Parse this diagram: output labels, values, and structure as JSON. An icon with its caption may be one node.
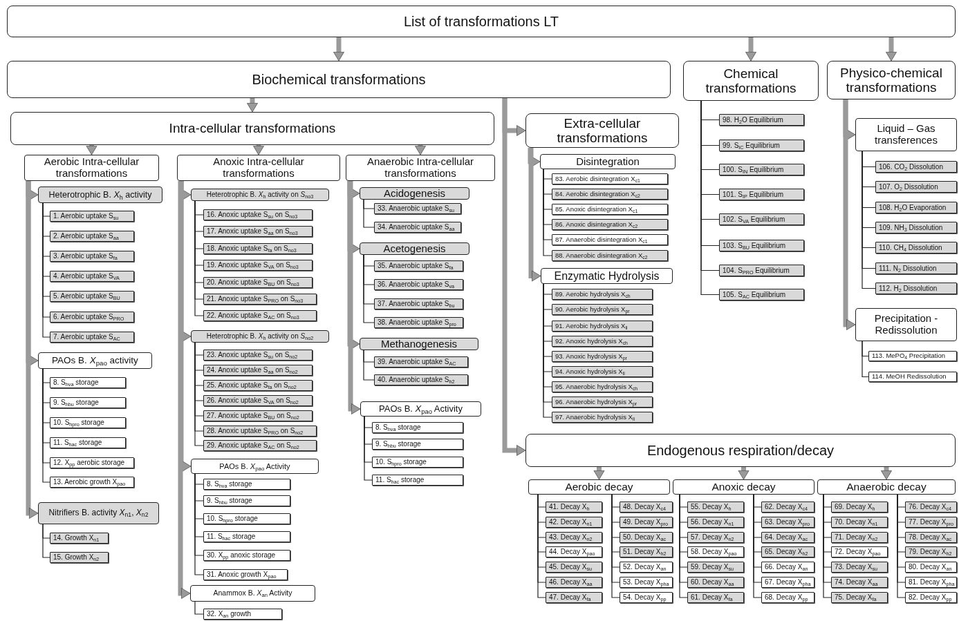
{
  "diagram": {
    "nodes": [
      {
        "text": [
          "List of transformations LT"
        ]
      },
      {
        "text": [
          "Biochemical transformations"
        ]
      },
      {
        "text": [
          "Chemical transformations"
        ]
      },
      {
        "text": [
          "Physico-chemical transformations"
        ]
      },
      {
        "text": [
          "Intra-cellular transformations"
        ]
      },
      {
        "text": [
          "Extra-cellular transformations"
        ]
      },
      {
        "text": [
          "Aerobic Intra-cellular transformations"
        ]
      },
      {
        "text": [
          "Anoxic Intra-cellular transformations"
        ]
      },
      {
        "text": [
          "Anaerobic Intra-cellular transformations"
        ]
      },
      {
        "text": [
          "Heterotrophic B. *X*$_{h}$ activity"
        ]
      },
      {
        "text": [
          "1. Aerobic uptake S$_{su}$"
        ]
      },
      {
        "text": [
          "2. Aerobic uptake S$_{aa}$"
        ]
      },
      {
        "text": [
          "3. Aerobic uptake S$_{fa}$"
        ]
      },
      {
        "text": [
          "4. Aerobic uptake S$_{VA}$"
        ]
      },
      {
        "text": [
          "5. Aerobic uptake S$_{BU}$"
        ]
      },
      {
        "text": [
          "6. Aerobic uptake S$_{PRO}$"
        ]
      },
      {
        "text": [
          "7. Aerobic uptake S$_{AC}$"
        ]
      },
      {
        "text": [
          "PAOs B. *X*$_{pao}$ activity"
        ]
      },
      {
        "text": [
          "8. S$_{hva}$ storage"
        ]
      },
      {
        "text": [
          "9. S$_{hbu}$ storage"
        ]
      },
      {
        "text": [
          "10. S$_{hpro}$ storage"
        ]
      },
      {
        "text": [
          "11. S$_{hac}$ storage"
        ]
      },
      {
        "text": [
          "12. X$_{pp}$ aerobic storage"
        ]
      },
      {
        "text": [
          "13. Aerobic growth X$_{pao}$"
        ]
      },
      {
        "text": [
          "Nitrifiers B. activity *X*$_{n1}$, *X*$_{n2}$"
        ]
      },
      {
        "text": [
          "14. Growth X$_{n1}$"
        ]
      },
      {
        "text": [
          "15. Growth X$_{n2}$"
        ]
      },
      {
        "text": [
          "Heterotrophic B. *X*$_{h}$ activity on *S*$_{no3}$"
        ]
      },
      {
        "text": [
          "16. Anoxic uptake S$_{su}$ on S$_{no3}$"
        ]
      },
      {
        "text": [
          "17. Anoxic uptake S$_{aa}$ on S$_{no3}$"
        ]
      },
      {
        "text": [
          "18. Anoxic uptake S$_{fa}$ on S$_{no3}$"
        ]
      },
      {
        "text": [
          "19. Anoxic uptake S$_{VA}$ on S$_{no3}$"
        ]
      },
      {
        "text": [
          "20. Anoxic uptake S$_{BU}$ on S$_{no3}$"
        ]
      },
      {
        "text": [
          "21. Anoxic uptake S$_{PRO}$ on S$_{no3}$"
        ]
      },
      {
        "text": [
          "22. Anoxic uptake S$_{AC}$ on S$_{no3}$"
        ]
      },
      {
        "text": [
          "Heterotrophic B. *X*$_{h}$ activity on *S*$_{no2}$"
        ]
      },
      {
        "text": [
          "23. Anoxic uptake S$_{su}$ on S$_{no2}$"
        ]
      },
      {
        "text": [
          "24. Anoxic uptake S$_{aa}$ on S$_{no2}$"
        ]
      },
      {
        "text": [
          "25. Anoxic uptake S$_{fa}$ on S$_{no2}$"
        ]
      },
      {
        "text": [
          "26. Anoxic uptake S$_{VA}$ on S$_{no2}$"
        ]
      },
      {
        "text": [
          "27. Anoxic uptake S$_{BU}$ on S$_{no2}$"
        ]
      },
      {
        "text": [
          "28. Anoxic uptake S$_{PRO}$ on S$_{no2}$"
        ]
      },
      {
        "text": [
          "29. Anoxic uptake S$_{AC}$ on S$_{no2}$"
        ]
      },
      {
        "text": [
          "PAOs B. *X*$_{pao}$ Activity"
        ]
      },
      {
        "text": [
          "8. S$_{hva}$ storage"
        ]
      },
      {
        "text": [
          "9. S$_{hbu}$ storage"
        ]
      },
      {
        "text": [
          "10. S$_{hpro}$ storage"
        ]
      },
      {
        "text": [
          "11. S$_{hac}$ storage"
        ]
      },
      {
        "text": [
          "30. X$_{pp}$ anoxic storage"
        ]
      },
      {
        "text": [
          "31. Anoxic growth X$_{pao}$"
        ]
      },
      {
        "text": [
          "Anammox B. *X*$_{an}$ Activity"
        ]
      },
      {
        "text": [
          "32. X$_{an}$ growth"
        ]
      },
      {
        "text": [
          "Acidogenesis"
        ]
      },
      {
        "text": [
          "33. Anaerobic uptake S$_{su}$"
        ]
      },
      {
        "text": [
          "34. Anaerobic uptake S$_{aa}$"
        ]
      },
      {
        "text": [
          "Acetogenesis"
        ]
      },
      {
        "text": [
          "35. Anaerobic uptake S$_{fa}$"
        ]
      },
      {
        "text": [
          "36. Anaerobic uptake S$_{va}$"
        ]
      },
      {
        "text": [
          "37. Anaerobic uptake S$_{bu}$"
        ]
      },
      {
        "text": [
          "38. Anaerobic uptake S$_{pro}$"
        ]
      },
      {
        "text": [
          "Methanogenesis"
        ]
      },
      {
        "text": [
          "39. Anaerobic uptake S$_{AC}$"
        ]
      },
      {
        "text": [
          "40. Anaerobic uptake S$_{h2}$"
        ]
      },
      {
        "text": [
          "PAOs B. *X*$_{pao}$ Activity"
        ]
      },
      {
        "text": [
          "8. S$_{hva}$ storage"
        ]
      },
      {
        "text": [
          "9. S$_{hbu}$ storage"
        ]
      },
      {
        "text": [
          "10. S$_{hpro}$ storage"
        ]
      },
      {
        "text": [
          "11. S$_{hac}$ storage"
        ]
      },
      {
        "text": [
          "Disintegration"
        ]
      },
      {
        "text": [
          "83. Aerobic disintegration X$_{c1}$"
        ]
      },
      {
        "text": [
          "84. Aerobic disintegration X$_{c2}$"
        ]
      },
      {
        "text": [
          "85. Anoxic disintegration X$_{c1}$"
        ]
      },
      {
        "text": [
          "86. Anoxic disintegration X$_{c2}$"
        ]
      },
      {
        "text": [
          "87. Anaerobic disintegration X$_{c1}$"
        ]
      },
      {
        "text": [
          "88. Anaerobic disintegration X$_{c2}$"
        ]
      },
      {
        "text": [
          "Enzymatic Hydrolysis"
        ]
      },
      {
        "text": [
          "89. Aerobic hydrolysis X$_{ch}$"
        ]
      },
      {
        "text": [
          "90. Aerobic hydrolysis X$_{pr}$"
        ]
      },
      {
        "text": [
          "91. Aerobic hydrolysis X$_{li}$"
        ]
      },
      {
        "text": [
          "92. Anoxic hydrolysis X$_{ch}$"
        ]
      },
      {
        "text": [
          "93. Anoxic hydrolysis X$_{pr}$"
        ]
      },
      {
        "text": [
          "94. Anoxic hydrolysis X$_{li}$"
        ]
      },
      {
        "text": [
          "95. Anaerobic hydrolysis X$_{ch}$"
        ]
      },
      {
        "text": [
          "96. Anaerobic hydrolysis X$_{pr}$"
        ]
      },
      {
        "text": [
          "97. Anaerobic hydrolysis X$_{li}$"
        ]
      },
      {
        "text": [
          "Endogenous respiration/decay"
        ]
      },
      {
        "text": [
          "Aerobic decay"
        ]
      },
      {
        "text": [
          "41. Decay X$_{h}$"
        ]
      },
      {
        "text": [
          "42. Decay X$_{n1}$"
        ]
      },
      {
        "text": [
          "43. Decay X$_{n2}$"
        ]
      },
      {
        "text": [
          "44. Decay X$_{pao}$"
        ]
      },
      {
        "text": [
          "45. Decay X$_{su}$"
        ]
      },
      {
        "text": [
          "46. Decay X$_{aa}$"
        ]
      },
      {
        "text": [
          "47. Decay X$_{fa}$"
        ]
      },
      {
        "text": [
          "48. Decay X$_{c4}$"
        ]
      },
      {
        "text": [
          "49. Decay X$_{pro}$"
        ]
      },
      {
        "text": [
          "50. Decay X$_{ac}$"
        ]
      },
      {
        "text": [
          "51. Decay X$_{h2}$"
        ]
      },
      {
        "text": [
          "52. Decay X$_{an}$"
        ]
      },
      {
        "text": [
          "53. Decay X$_{pha}$"
        ]
      },
      {
        "text": [
          "54. Decay X$_{pp}$"
        ]
      },
      {
        "text": [
          "Anoxic decay"
        ]
      },
      {
        "text": [
          "55. Decay X$_{h}$"
        ]
      },
      {
        "text": [
          "56. Decay X$_{n1}$"
        ]
      },
      {
        "text": [
          "57. Decay X$_{n2}$"
        ]
      },
      {
        "text": [
          "58. Decay X$_{pao}$"
        ]
      },
      {
        "text": [
          "59. Decay X$_{su}$"
        ]
      },
      {
        "text": [
          "60. Decay X$_{aa}$"
        ]
      },
      {
        "text": [
          "61. Decay X$_{fa}$"
        ]
      },
      {
        "text": [
          "62. Decay X$_{c4}$"
        ]
      },
      {
        "text": [
          "63. Decay X$_{pro}$"
        ]
      },
      {
        "text": [
          "64. Decay X$_{ac}$"
        ]
      },
      {
        "text": [
          "65. Decay X$_{h2}$"
        ]
      },
      {
        "text": [
          "66. Decay X$_{an}$"
        ]
      },
      {
        "text": [
          "67. Decay X$_{pha}$"
        ]
      },
      {
        "text": [
          "68. Decay X$_{pp}$"
        ]
      },
      {
        "text": [
          "Anaerobic decay"
        ]
      },
      {
        "text": [
          "69. Decay X$_{h}$"
        ]
      },
      {
        "text": [
          "70. Decay X$_{n1}$"
        ]
      },
      {
        "text": [
          "71. Decay X$_{n2}$"
        ]
      },
      {
        "text": [
          "72. Decay X$_{pao}$"
        ]
      },
      {
        "text": [
          "73. Decay X$_{su}$"
        ]
      },
      {
        "text": [
          "74. Decay X$_{aa}$"
        ]
      },
      {
        "text": [
          "75. Decay X$_{fa}$"
        ]
      },
      {
        "text": [
          "76. Decay X$_{c4}$"
        ]
      },
      {
        "text": [
          "77. Decay X$_{pro}$"
        ]
      },
      {
        "text": [
          "78. Decay X$_{ac}$"
        ]
      },
      {
        "text": [
          "79. Decay X$_{h2}$"
        ]
      },
      {
        "text": [
          "80. Decay X$_{an}$"
        ]
      },
      {
        "text": [
          "81. Decay X$_{pha}$"
        ]
      },
      {
        "text": [
          "82. Decay X$_{pp}$"
        ]
      },
      {
        "text": [
          "98. H$_{2}$O Equilibrium"
        ]
      },
      {
        "text": [
          "99. S$_{IC}$ Equilibrium"
        ]
      },
      {
        "text": [
          "100. S$_{IN}$ Equilibrium"
        ]
      },
      {
        "text": [
          "101. S$_{IP}$ Equilibrium"
        ]
      },
      {
        "text": [
          "102. S$_{VA}$ Equilibrium"
        ]
      },
      {
        "text": [
          "103. S$_{BU}$ Equilibrium"
        ]
      },
      {
        "text": [
          "104. S$_{PRO}$ Equilibrium"
        ]
      },
      {
        "text": [
          "105. S$_{AC}$ Equilibrium"
        ]
      },
      {
        "text": [
          "Liquid – Gas transferences"
        ]
      },
      {
        "text": [
          "106. CO$_{2}$ Dissolution"
        ]
      },
      {
        "text": [
          "107. O$_{2}$ Dissolution"
        ]
      },
      {
        "text": [
          "108. H$_{2}$O Evaporation"
        ]
      },
      {
        "text": [
          "109. NH$_{3}$ Dissolution"
        ]
      },
      {
        "text": [
          "110. CH$_{4}$ Dissolution"
        ]
      },
      {
        "text": [
          "111. N$_{2}$ Dissolution"
        ]
      },
      {
        "text": [
          "112. H$_{2}$ Dissolution"
        ]
      },
      {
        "text": [
          "Precipitation - Redissolution"
        ]
      },
      {
        "text": [
          "113. MePO$_{4}$ Precipitation"
        ]
      },
      {
        "text": [
          "114. MeOH Redissolution"
        ]
      }
    ],
    "edges": [
      {
        "from": 0,
        "to": 1,
        "arrow": "to",
        "style": "thick",
        "color": "#9a9a9a"
      },
      {
        "from": 0,
        "to": 2,
        "arrow": "to",
        "style": "thick",
        "color": "#9a9a9a"
      },
      {
        "from": 0,
        "to": 3,
        "arrow": "to",
        "style": "thick",
        "color": "#9a9a9a"
      },
      {
        "from": 1,
        "to": 4,
        "arrow": "to",
        "style": "thick",
        "color": "#9a9a9a"
      },
      {
        "from": 1,
        "to": 5,
        "arrow": "to",
        "style": "thick",
        "color": "#9a9a9a"
      },
      {
        "from": 1,
        "to": 85,
        "arrow": "to",
        "style": "thick",
        "color": "#9a9a9a"
      },
      {
        "from": 4,
        "to": 6,
        "arrow": "to",
        "style": "thick",
        "color": "#9a9a9a"
      },
      {
        "from": 4,
        "to": 7,
        "arrow": "to",
        "style": "thick",
        "color": "#9a9a9a"
      },
      {
        "from": 4,
        "to": 8,
        "arrow": "to",
        "style": "thick",
        "color": "#9a9a9a"
      },
      {
        "from": 6,
        "to": 9,
        "arrow": "to",
        "style": "thick",
        "color": "#9a9a9a"
      },
      {
        "from": 6,
        "to": 17,
        "arrow": "to",
        "style": "thick",
        "color": "#9a9a9a"
      },
      {
        "from": 6,
        "to": 24,
        "arrow": "to",
        "style": "thick",
        "color": "#9a9a9a"
      },
      {
        "from": 7,
        "to": 27,
        "arrow": "to",
        "style": "thick",
        "color": "#9a9a9a"
      },
      {
        "from": 7,
        "to": 35,
        "arrow": "to",
        "style": "thick",
        "color": "#9a9a9a"
      },
      {
        "from": 7,
        "to": 43,
        "arrow": "to",
        "style": "thick",
        "color": "#9a9a9a"
      },
      {
        "from": 7,
        "to": 50,
        "arrow": "to",
        "style": "thick",
        "color": "#9a9a9a"
      },
      {
        "from": 8,
        "to": 52,
        "arrow": "to",
        "style": "thick",
        "color": "#9a9a9a"
      },
      {
        "from": 8,
        "to": 55,
        "arrow": "to",
        "style": "thick",
        "color": "#9a9a9a"
      },
      {
        "from": 8,
        "to": 60,
        "arrow": "to",
        "style": "thick",
        "color": "#9a9a9a"
      },
      {
        "from": 8,
        "to": 63,
        "arrow": "to",
        "style": "thick",
        "color": "#9a9a9a"
      },
      {
        "from": 5,
        "to": 68,
        "arrow": "to",
        "style": "thick",
        "color": "#9a9a9a"
      },
      {
        "from": 5,
        "to": 75,
        "arrow": "to",
        "style": "thick",
        "color": "#9a9a9a"
      },
      {
        "from": 85,
        "to": 86,
        "arrow": "to",
        "style": "thick",
        "color": "#9a9a9a"
      },
      {
        "from": 85,
        "to": 101,
        "arrow": "to",
        "style": "thick",
        "color": "#9a9a9a"
      },
      {
        "from": 85,
        "to": 116,
        "arrow": "to",
        "style": "thick",
        "color": "#9a9a9a"
      },
      {
        "from": 3,
        "to": 139,
        "arrow": "to",
        "style": "thick",
        "color": "#9a9a9a"
      },
      {
        "from": 3,
        "to": 147,
        "arrow": "to",
        "style": "thick",
        "color": "#9a9a9a"
      },
      {
        "from": 9,
        "to": 10,
        "arrow": "none"
      },
      {
        "from": 9,
        "to": 11,
        "arrow": "none"
      },
      {
        "from": 9,
        "to": 12,
        "arrow": "none"
      },
      {
        "from": 9,
        "to": 13,
        "arrow": "none"
      },
      {
        "from": 9,
        "to": 14,
        "arrow": "none"
      },
      {
        "from": 9,
        "to": 15,
        "arrow": "none"
      },
      {
        "from": 9,
        "to": 16,
        "arrow": "none"
      },
      {
        "from": 17,
        "to": 18,
        "arrow": "none"
      },
      {
        "from": 17,
        "to": 19,
        "arrow": "none"
      },
      {
        "from": 17,
        "to": 20,
        "arrow": "none"
      },
      {
        "from": 17,
        "to": 21,
        "arrow": "none"
      },
      {
        "from": 17,
        "to": 22,
        "arrow": "none"
      },
      {
        "from": 17,
        "to": 23,
        "arrow": "none"
      },
      {
        "from": 24,
        "to": 25,
        "arrow": "none"
      },
      {
        "from": 24,
        "to": 26,
        "arrow": "none"
      },
      {
        "from": 27,
        "to": 28,
        "arrow": "none"
      },
      {
        "from": 27,
        "to": 29,
        "arrow": "none"
      },
      {
        "from": 27,
        "to": 30,
        "arrow": "none"
      },
      {
        "from": 27,
        "to": 31,
        "arrow": "none"
      },
      {
        "from": 27,
        "to": 32,
        "arrow": "none"
      },
      {
        "from": 27,
        "to": 33,
        "arrow": "none"
      },
      {
        "from": 27,
        "to": 34,
        "arrow": "none"
      },
      {
        "from": 35,
        "to": 36,
        "arrow": "none"
      },
      {
        "from": 35,
        "to": 37,
        "arrow": "none"
      },
      {
        "from": 35,
        "to": 38,
        "arrow": "none"
      },
      {
        "from": 35,
        "to": 39,
        "arrow": "none"
      },
      {
        "from": 35,
        "to": 40,
        "arrow": "none"
      },
      {
        "from": 35,
        "to": 41,
        "arrow": "none"
      },
      {
        "from": 35,
        "to": 42,
        "arrow": "none"
      },
      {
        "from": 43,
        "to": 44,
        "arrow": "none"
      },
      {
        "from": 43,
        "to": 45,
        "arrow": "none"
      },
      {
        "from": 43,
        "to": 46,
        "arrow": "none"
      },
      {
        "from": 43,
        "to": 47,
        "arrow": "none"
      },
      {
        "from": 43,
        "to": 48,
        "arrow": "none"
      },
      {
        "from": 43,
        "to": 49,
        "arrow": "none"
      },
      {
        "from": 50,
        "to": 51,
        "arrow": "none"
      },
      {
        "from": 52,
        "to": 53,
        "arrow": "none"
      },
      {
        "from": 52,
        "to": 54,
        "arrow": "none"
      },
      {
        "from": 55,
        "to": 56,
        "arrow": "none"
      },
      {
        "from": 55,
        "to": 57,
        "arrow": "none"
      },
      {
        "from": 55,
        "to": 58,
        "arrow": "none"
      },
      {
        "from": 55,
        "to": 59,
        "arrow": "none"
      },
      {
        "from": 60,
        "to": 61,
        "arrow": "none"
      },
      {
        "from": 60,
        "to": 62,
        "arrow": "none"
      },
      {
        "from": 63,
        "to": 64,
        "arrow": "none"
      },
      {
        "from": 63,
        "to": 65,
        "arrow": "none"
      },
      {
        "from": 63,
        "to": 66,
        "arrow": "none"
      },
      {
        "from": 63,
        "to": 67,
        "arrow": "none"
      },
      {
        "from": 68,
        "to": 69,
        "arrow": "none"
      },
      {
        "from": 68,
        "to": 70,
        "arrow": "none"
      },
      {
        "from": 68,
        "to": 71,
        "arrow": "none"
      },
      {
        "from": 68,
        "to": 72,
        "arrow": "none"
      },
      {
        "from": 68,
        "to": 73,
        "arrow": "none"
      },
      {
        "from": 68,
        "to": 74,
        "arrow": "none"
      },
      {
        "from": 75,
        "to": 76,
        "arrow": "none"
      },
      {
        "from": 75,
        "to": 77,
        "arrow": "none"
      },
      {
        "from": 75,
        "to": 78,
        "arrow": "none"
      },
      {
        "from": 75,
        "to": 79,
        "arrow": "none"
      },
      {
        "from": 75,
        "to": 80,
        "arrow": "none"
      },
      {
        "from": 75,
        "to": 81,
        "arrow": "none"
      },
      {
        "from": 75,
        "to": 82,
        "arrow": "none"
      },
      {
        "from": 75,
        "to": 83,
        "arrow": "none"
      },
      {
        "from": 75,
        "to": 84,
        "arrow": "none"
      },
      {
        "from": 86,
        "to": 87,
        "arrow": "none"
      },
      {
        "from": 86,
        "to": 88,
        "arrow": "none"
      },
      {
        "from": 86,
        "to": 89,
        "arrow": "none"
      },
      {
        "from": 86,
        "to": 90,
        "arrow": "none"
      },
      {
        "from": 86,
        "to": 91,
        "arrow": "none"
      },
      {
        "from": 86,
        "to": 92,
        "arrow": "none"
      },
      {
        "from": 86,
        "to": 93,
        "arrow": "none"
      },
      {
        "from": 86,
        "to": 94,
        "arrow": "none"
      },
      {
        "from": 86,
        "to": 95,
        "arrow": "none"
      },
      {
        "from": 86,
        "to": 96,
        "arrow": "none"
      },
      {
        "from": 86,
        "to": 97,
        "arrow": "none"
      },
      {
        "from": 86,
        "to": 98,
        "arrow": "none"
      },
      {
        "from": 86,
        "to": 99,
        "arrow": "none"
      },
      {
        "from": 86,
        "to": 100,
        "arrow": "none"
      },
      {
        "from": 101,
        "to": 102,
        "arrow": "none"
      },
      {
        "from": 101,
        "to": 103,
        "arrow": "none"
      },
      {
        "from": 101,
        "to": 104,
        "arrow": "none"
      },
      {
        "from": 101,
        "to": 105,
        "arrow": "none"
      },
      {
        "from": 101,
        "to": 106,
        "arrow": "none"
      },
      {
        "from": 101,
        "to": 107,
        "arrow": "none"
      },
      {
        "from": 101,
        "to": 108,
        "arrow": "none"
      },
      {
        "from": 101,
        "to": 109,
        "arrow": "none"
      },
      {
        "from": 101,
        "to": 110,
        "arrow": "none"
      },
      {
        "from": 101,
        "to": 111,
        "arrow": "none"
      },
      {
        "from": 101,
        "to": 112,
        "arrow": "none"
      },
      {
        "from": 101,
        "to": 113,
        "arrow": "none"
      },
      {
        "from": 101,
        "to": 114,
        "arrow": "none"
      },
      {
        "from": 101,
        "to": 115,
        "arrow": "none"
      },
      {
        "from": 116,
        "to": 117,
        "arrow": "none"
      },
      {
        "from": 116,
        "to": 118,
        "arrow": "none"
      },
      {
        "from": 116,
        "to": 119,
        "arrow": "none"
      },
      {
        "from": 116,
        "to": 120,
        "arrow": "none"
      },
      {
        "from": 116,
        "to": 121,
        "arrow": "none"
      },
      {
        "from": 116,
        "to": 122,
        "arrow": "none"
      },
      {
        "from": 116,
        "to": 123,
        "arrow": "none"
      },
      {
        "from": 116,
        "to": 124,
        "arrow": "none"
      },
      {
        "from": 116,
        "to": 125,
        "arrow": "none"
      },
      {
        "from": 116,
        "to": 126,
        "arrow": "none"
      },
      {
        "from": 116,
        "to": 127,
        "arrow": "none"
      },
      {
        "from": 116,
        "to": 128,
        "arrow": "none"
      },
      {
        "from": 116,
        "to": 129,
        "arrow": "none"
      },
      {
        "from": 116,
        "to": 130,
        "arrow": "none"
      },
      {
        "from": 2,
        "to": 131,
        "arrow": "none"
      },
      {
        "from": 2,
        "to": 132,
        "arrow": "none"
      },
      {
        "from": 2,
        "to": 133,
        "arrow": "none"
      },
      {
        "from": 2,
        "to": 134,
        "arrow": "none"
      },
      {
        "from": 2,
        "to": 135,
        "arrow": "none"
      },
      {
        "from": 2,
        "to": 136,
        "arrow": "none"
      },
      {
        "from": 2,
        "to": 137,
        "arrow": "none"
      },
      {
        "from": 2,
        "to": 138,
        "arrow": "none"
      },
      {
        "from": 139,
        "to": 140,
        "arrow": "none"
      },
      {
        "from": 139,
        "to": 141,
        "arrow": "none"
      },
      {
        "from": 139,
        "to": 142,
        "arrow": "none"
      },
      {
        "from": 139,
        "to": 143,
        "arrow": "none"
      },
      {
        "from": 139,
        "to": 144,
        "arrow": "none"
      },
      {
        "from": 139,
        "to": 145,
        "arrow": "none"
      },
      {
        "from": 139,
        "to": 146,
        "arrow": "none"
      },
      {
        "from": 147,
        "to": 148,
        "arrow": "none"
      },
      {
        "from": 147,
        "to": 149,
        "arrow": "none"
      }
    ]
  }
}
